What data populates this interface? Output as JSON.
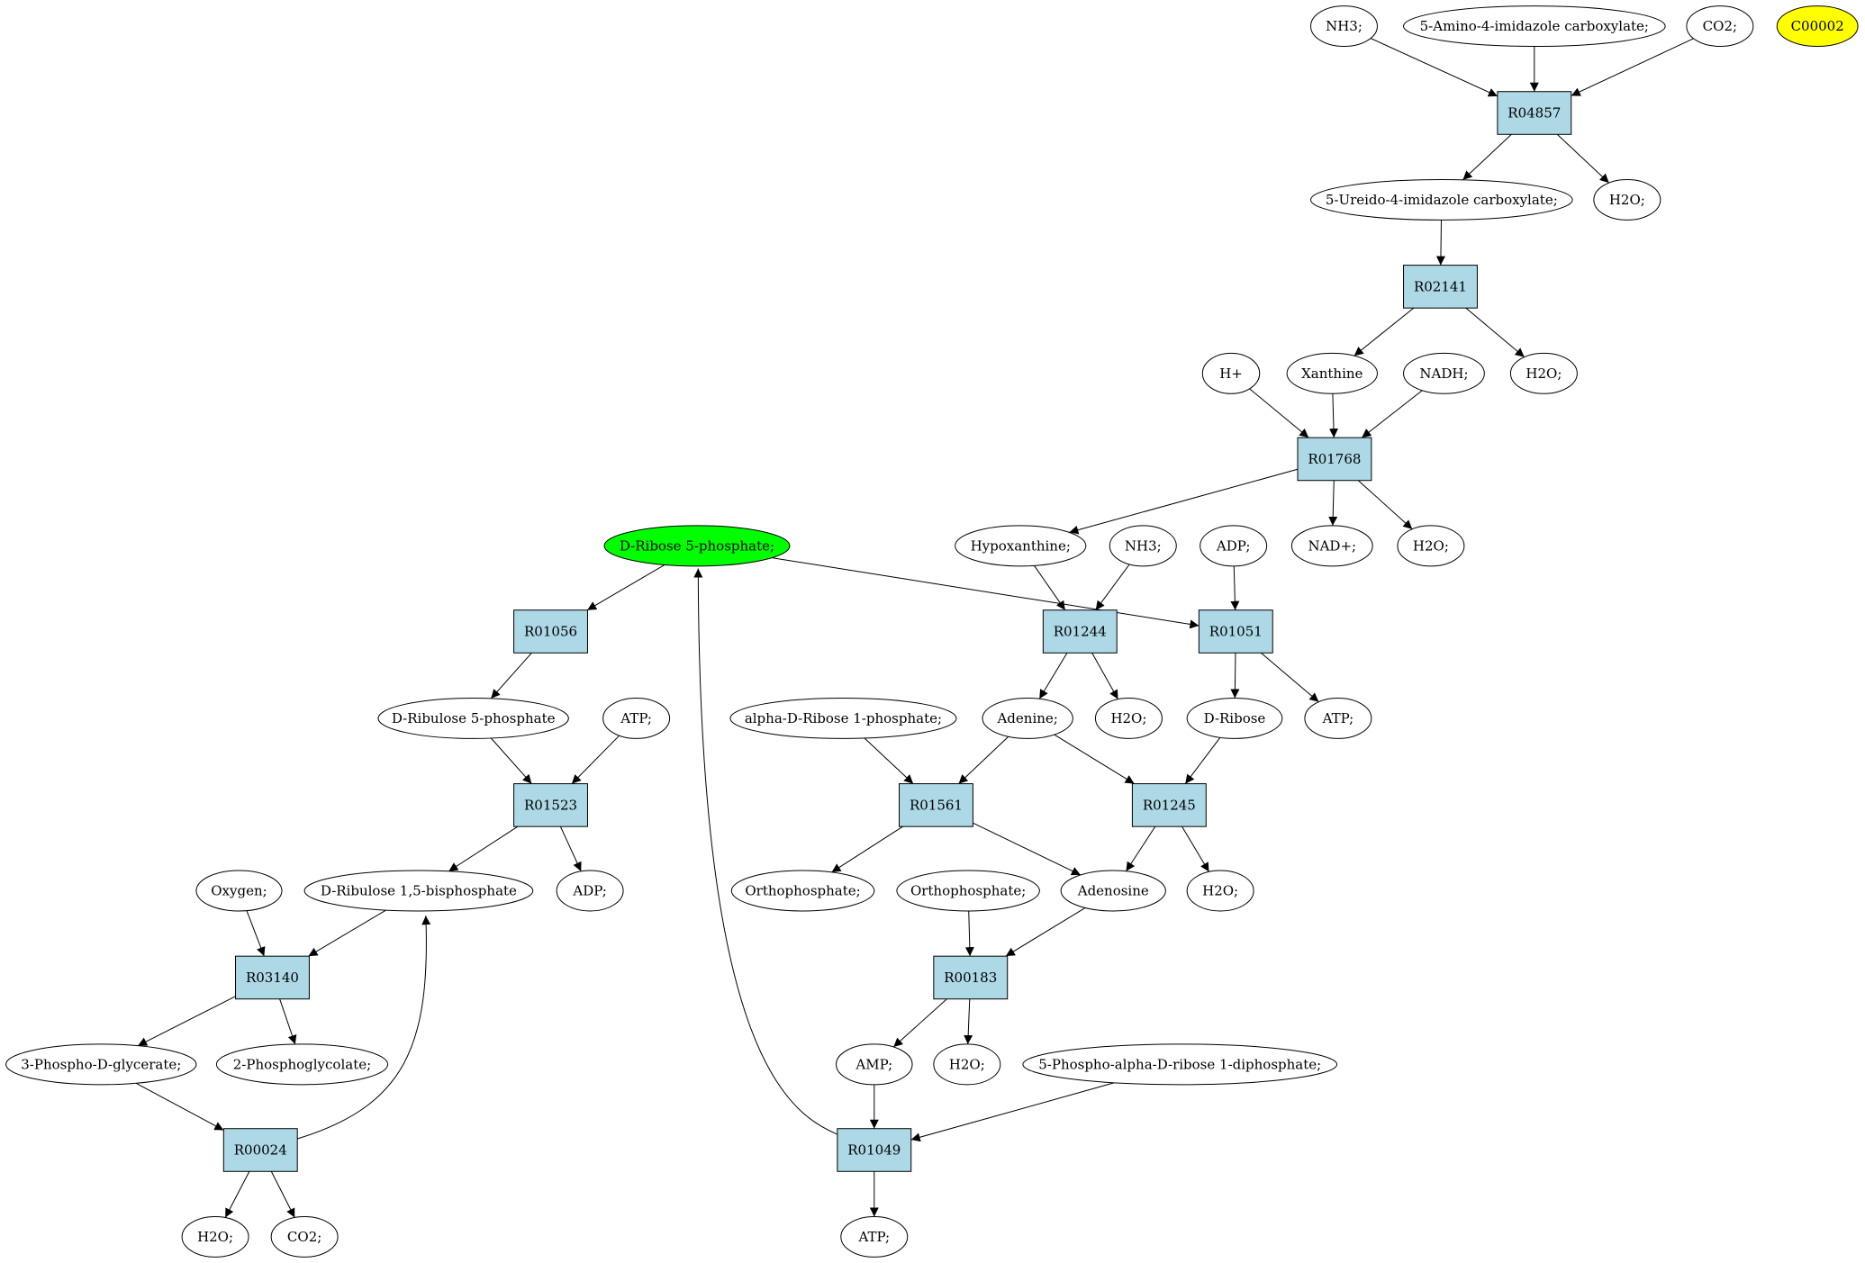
{
  "colors": {
    "reaction_fill": "#add8e6",
    "compound_fill": "#ffffff",
    "highlight_start": "#00ff00",
    "highlight_isolated": "#ffff00",
    "edge": "#000000"
  },
  "nodes": [
    {
      "id": "nh3_top",
      "label": "NH3;",
      "kind": "compound"
    },
    {
      "id": "amino_imid",
      "label": "5-Amino-4-imidazole carboxylate;",
      "kind": "compound"
    },
    {
      "id": "co2_top",
      "label": "CO2;",
      "kind": "compound"
    },
    {
      "id": "c00002",
      "label": "C00002",
      "kind": "compound",
      "color": "#ffff00"
    },
    {
      "id": "R04857",
      "label": "R04857",
      "kind": "reaction"
    },
    {
      "id": "ureido",
      "label": "5-Ureido-4-imidazole carboxylate;",
      "kind": "compound"
    },
    {
      "id": "h2o_a",
      "label": "H2O;",
      "kind": "compound"
    },
    {
      "id": "R02141",
      "label": "R02141",
      "kind": "reaction"
    },
    {
      "id": "hplus",
      "label": "H+",
      "kind": "compound"
    },
    {
      "id": "xanthine",
      "label": "Xanthine",
      "kind": "compound"
    },
    {
      "id": "nadh",
      "label": "NADH;",
      "kind": "compound"
    },
    {
      "id": "h2o_b",
      "label": "H2O;",
      "kind": "compound"
    },
    {
      "id": "R01768",
      "label": "R01768",
      "kind": "reaction"
    },
    {
      "id": "ribose5p",
      "label": "D-Ribose 5-phosphate;",
      "kind": "compound",
      "color": "#00ff00"
    },
    {
      "id": "hypoxanthine",
      "label": "Hypoxanthine;",
      "kind": "compound"
    },
    {
      "id": "nh3_mid",
      "label": "NH3;",
      "kind": "compound"
    },
    {
      "id": "adp_mid",
      "label": "ADP;",
      "kind": "compound"
    },
    {
      "id": "nadplus",
      "label": "NAD+;",
      "kind": "compound"
    },
    {
      "id": "h2o_c",
      "label": "H2O;",
      "kind": "compound"
    },
    {
      "id": "R01056",
      "label": "R01056",
      "kind": "reaction"
    },
    {
      "id": "R01244",
      "label": "R01244",
      "kind": "reaction"
    },
    {
      "id": "R01051",
      "label": "R01051",
      "kind": "reaction"
    },
    {
      "id": "ribulose5p",
      "label": "D-Ribulose 5-phosphate",
      "kind": "compound"
    },
    {
      "id": "atp_a",
      "label": "ATP;",
      "kind": "compound"
    },
    {
      "id": "alpha_r1p",
      "label": "alpha-D-Ribose 1-phosphate;",
      "kind": "compound"
    },
    {
      "id": "adenine",
      "label": "Adenine;",
      "kind": "compound"
    },
    {
      "id": "h2o_d",
      "label": "H2O;",
      "kind": "compound"
    },
    {
      "id": "dribose",
      "label": "D-Ribose",
      "kind": "compound"
    },
    {
      "id": "atp_b",
      "label": "ATP;",
      "kind": "compound"
    },
    {
      "id": "R01523",
      "label": "R01523",
      "kind": "reaction"
    },
    {
      "id": "R01561",
      "label": "R01561",
      "kind": "reaction"
    },
    {
      "id": "R01245",
      "label": "R01245",
      "kind": "reaction"
    },
    {
      "id": "oxygen",
      "label": "Oxygen;",
      "kind": "compound"
    },
    {
      "id": "rubp",
      "label": "D-Ribulose 1,5-bisphosphate",
      "kind": "compound"
    },
    {
      "id": "adp_low",
      "label": "ADP;",
      "kind": "compound"
    },
    {
      "id": "ortho_a",
      "label": "Orthophosphate;",
      "kind": "compound"
    },
    {
      "id": "ortho_b",
      "label": "Orthophosphate;",
      "kind": "compound"
    },
    {
      "id": "adenosine",
      "label": "Adenosine",
      "kind": "compound"
    },
    {
      "id": "h2o_e",
      "label": "H2O;",
      "kind": "compound"
    },
    {
      "id": "R03140",
      "label": "R03140",
      "kind": "reaction"
    },
    {
      "id": "R00183",
      "label": "R00183",
      "kind": "reaction"
    },
    {
      "id": "pga",
      "label": "3-Phospho-D-glycerate;",
      "kind": "compound"
    },
    {
      "id": "pglycolate",
      "label": "2-Phosphoglycolate;",
      "kind": "compound"
    },
    {
      "id": "amp",
      "label": "AMP;",
      "kind": "compound"
    },
    {
      "id": "h2o_f",
      "label": "H2O;",
      "kind": "compound"
    },
    {
      "id": "prpp",
      "label": "5-Phospho-alpha-D-ribose 1-diphosphate;",
      "kind": "compound"
    },
    {
      "id": "R00024",
      "label": "R00024",
      "kind": "reaction"
    },
    {
      "id": "R01049",
      "label": "R01049",
      "kind": "reaction"
    },
    {
      "id": "h2o_g",
      "label": "H2O;",
      "kind": "compound"
    },
    {
      "id": "co2_low",
      "label": "CO2;",
      "kind": "compound"
    },
    {
      "id": "atp_c",
      "label": "ATP;",
      "kind": "compound"
    }
  ],
  "edges": [
    [
      "nh3_top",
      "R04857"
    ],
    [
      "amino_imid",
      "R04857"
    ],
    [
      "co2_top",
      "R04857"
    ],
    [
      "R04857",
      "ureido"
    ],
    [
      "R04857",
      "h2o_a"
    ],
    [
      "ureido",
      "R02141"
    ],
    [
      "R02141",
      "xanthine"
    ],
    [
      "R02141",
      "h2o_b"
    ],
    [
      "hplus",
      "R01768"
    ],
    [
      "xanthine",
      "R01768"
    ],
    [
      "nadh",
      "R01768"
    ],
    [
      "R01768",
      "hypoxanthine"
    ],
    [
      "R01768",
      "nadplus"
    ],
    [
      "R01768",
      "h2o_c"
    ],
    [
      "ribose5p",
      "R01056"
    ],
    [
      "ribose5p",
      "R01051"
    ],
    [
      "hypoxanthine",
      "R01244"
    ],
    [
      "nh3_mid",
      "R01244"
    ],
    [
      "adp_mid",
      "R01051"
    ],
    [
      "R01056",
      "ribulose5p"
    ],
    [
      "R01244",
      "adenine"
    ],
    [
      "R01244",
      "h2o_d"
    ],
    [
      "R01051",
      "dribose"
    ],
    [
      "R01051",
      "atp_b"
    ],
    [
      "ribulose5p",
      "R01523"
    ],
    [
      "atp_a",
      "R01523"
    ],
    [
      "alpha_r1p",
      "R01561"
    ],
    [
      "adenine",
      "R01561"
    ],
    [
      "adenine",
      "R01245"
    ],
    [
      "dribose",
      "R01245"
    ],
    [
      "R01523",
      "rubp"
    ],
    [
      "R01523",
      "adp_low"
    ],
    [
      "R01561",
      "ortho_a"
    ],
    [
      "R01561",
      "adenosine"
    ],
    [
      "R01245",
      "adenosine"
    ],
    [
      "R01245",
      "h2o_e"
    ],
    [
      "oxygen",
      "R03140"
    ],
    [
      "rubp",
      "R03140"
    ],
    [
      "ortho_b",
      "R00183"
    ],
    [
      "adenosine",
      "R00183"
    ],
    [
      "R03140",
      "pga"
    ],
    [
      "R03140",
      "pglycolate"
    ],
    [
      "R00183",
      "amp"
    ],
    [
      "R00183",
      "h2o_f"
    ],
    [
      "pga",
      "R00024"
    ],
    [
      "R00024",
      "rubp"
    ],
    [
      "R00024",
      "h2o_g"
    ],
    [
      "R00024",
      "co2_low"
    ],
    [
      "amp",
      "R01049"
    ],
    [
      "prpp",
      "R01049"
    ],
    [
      "R01049",
      "ribose5p"
    ],
    [
      "R01049",
      "atp_c"
    ]
  ]
}
